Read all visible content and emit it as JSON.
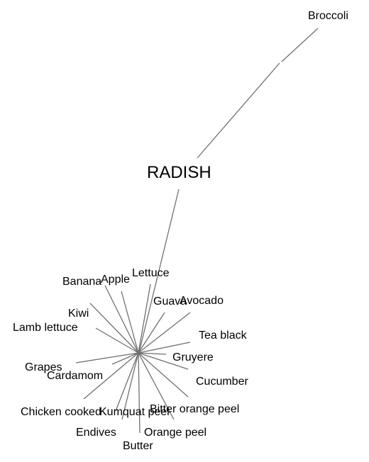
{
  "diagram": {
    "root_label": "RADISH",
    "outlier_label": "Broccoli",
    "leaves": [
      "Banana",
      "Apple",
      "Lettuce",
      "Kiwi",
      "Lamb lettuce",
      "Guava",
      "Avocado",
      "Tea black",
      "Gruyere",
      "Grapes",
      "Cardamom",
      "Cucumber",
      "Chicken cooked",
      "Kumquat peel",
      "Bitter orange peel",
      "Endives",
      "Orange peel",
      "Butter"
    ]
  }
}
